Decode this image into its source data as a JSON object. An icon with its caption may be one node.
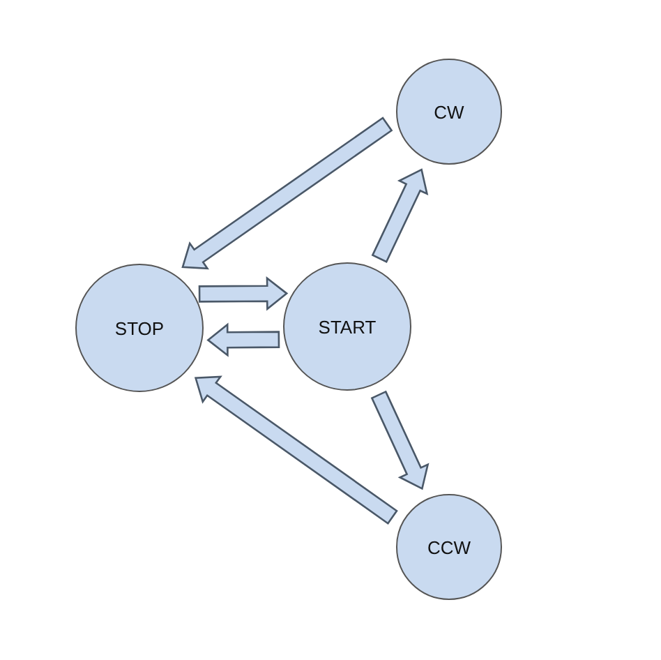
{
  "diagram": {
    "nodes": [
      {
        "text": [
          "STOP"
        ]
      },
      {
        "text": [
          "START"
        ]
      },
      {
        "text": [
          "CW"
        ]
      },
      {
        "text": [
          "CCW"
        ]
      }
    ],
    "edges": [
      {
        "from": 2,
        "to": 0,
        "arrow": "to"
      },
      {
        "from": 1,
        "to": 2,
        "arrow": "to"
      },
      {
        "from": 0,
        "to": 1,
        "arrow": "to"
      },
      {
        "from": 1,
        "to": 0,
        "arrow": "to"
      },
      {
        "from": 1,
        "to": 3,
        "arrow": "to"
      },
      {
        "from": 3,
        "to": 0,
        "arrow": "to"
      }
    ]
  }
}
